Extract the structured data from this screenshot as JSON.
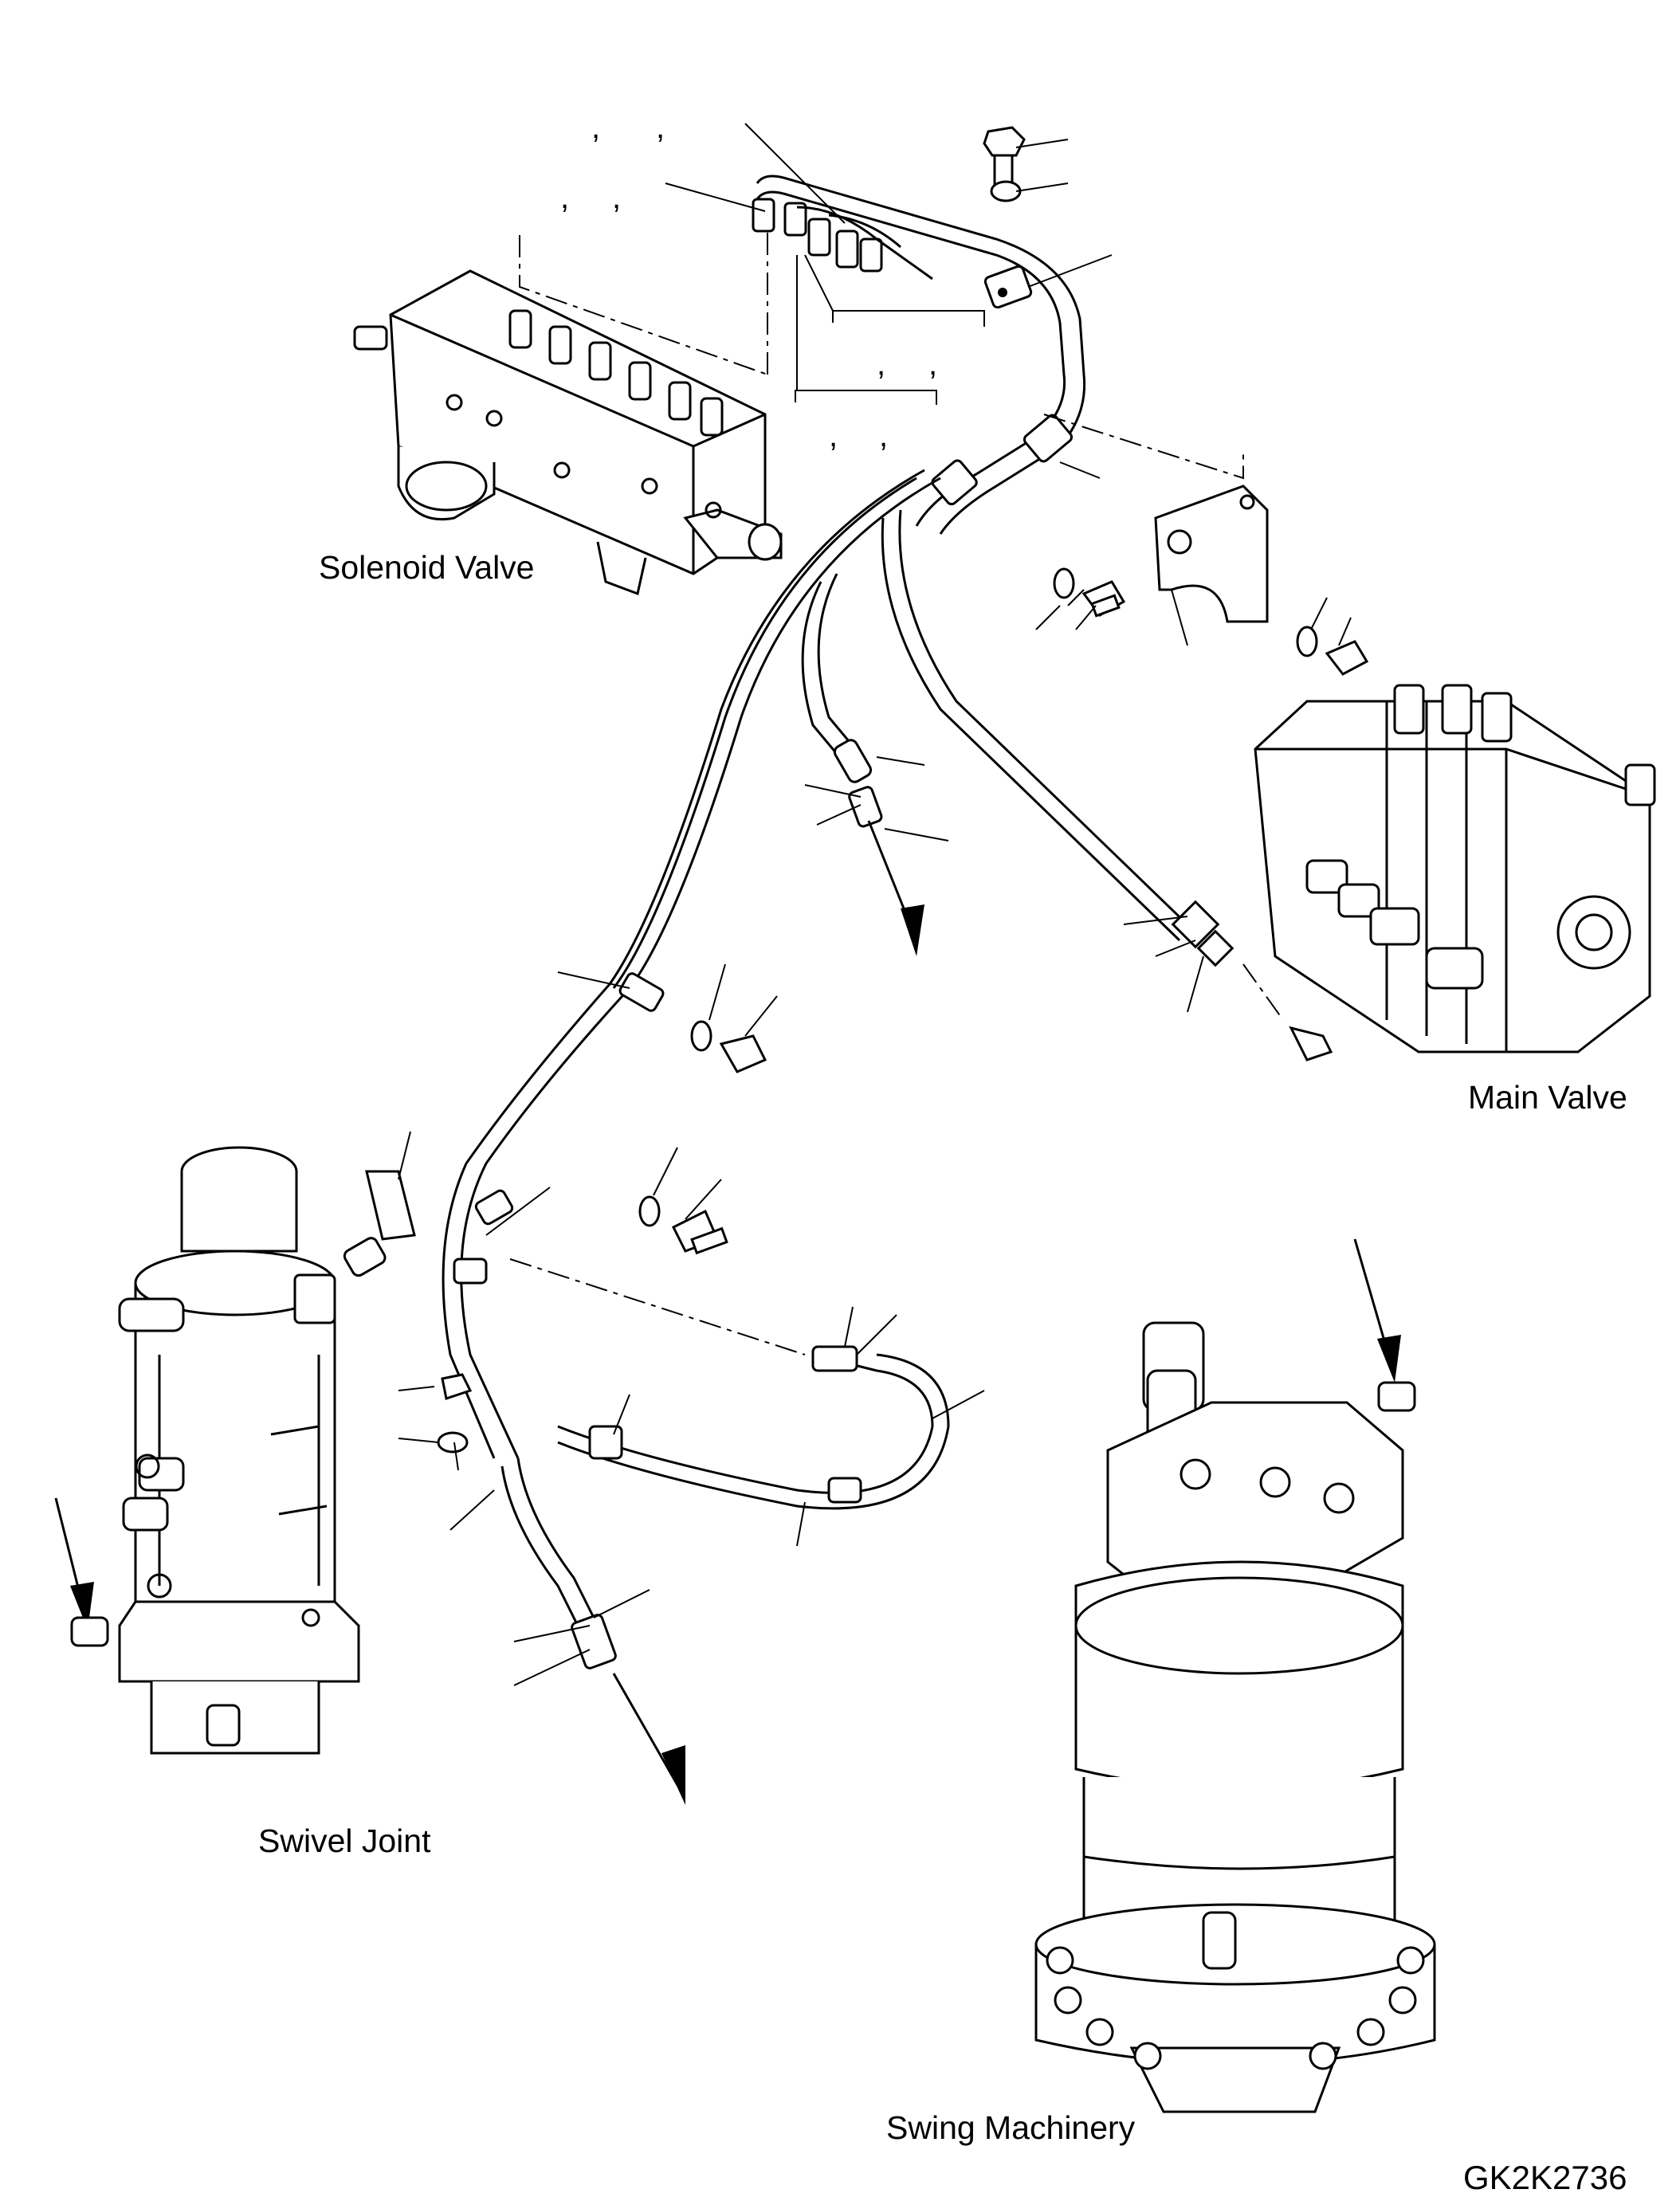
{
  "labels": {
    "solenoid_valve": "Solenoid Valve",
    "main_valve": "Main Valve",
    "swivel_joint": "Swivel Joint",
    "swing_machinery": "Swing Machinery",
    "drawing_number": "GK2K2736"
  },
  "colors": {
    "ink": "#000000",
    "paper": "#ffffff"
  },
  "icons": [
    "flow-arrow-icon"
  ]
}
